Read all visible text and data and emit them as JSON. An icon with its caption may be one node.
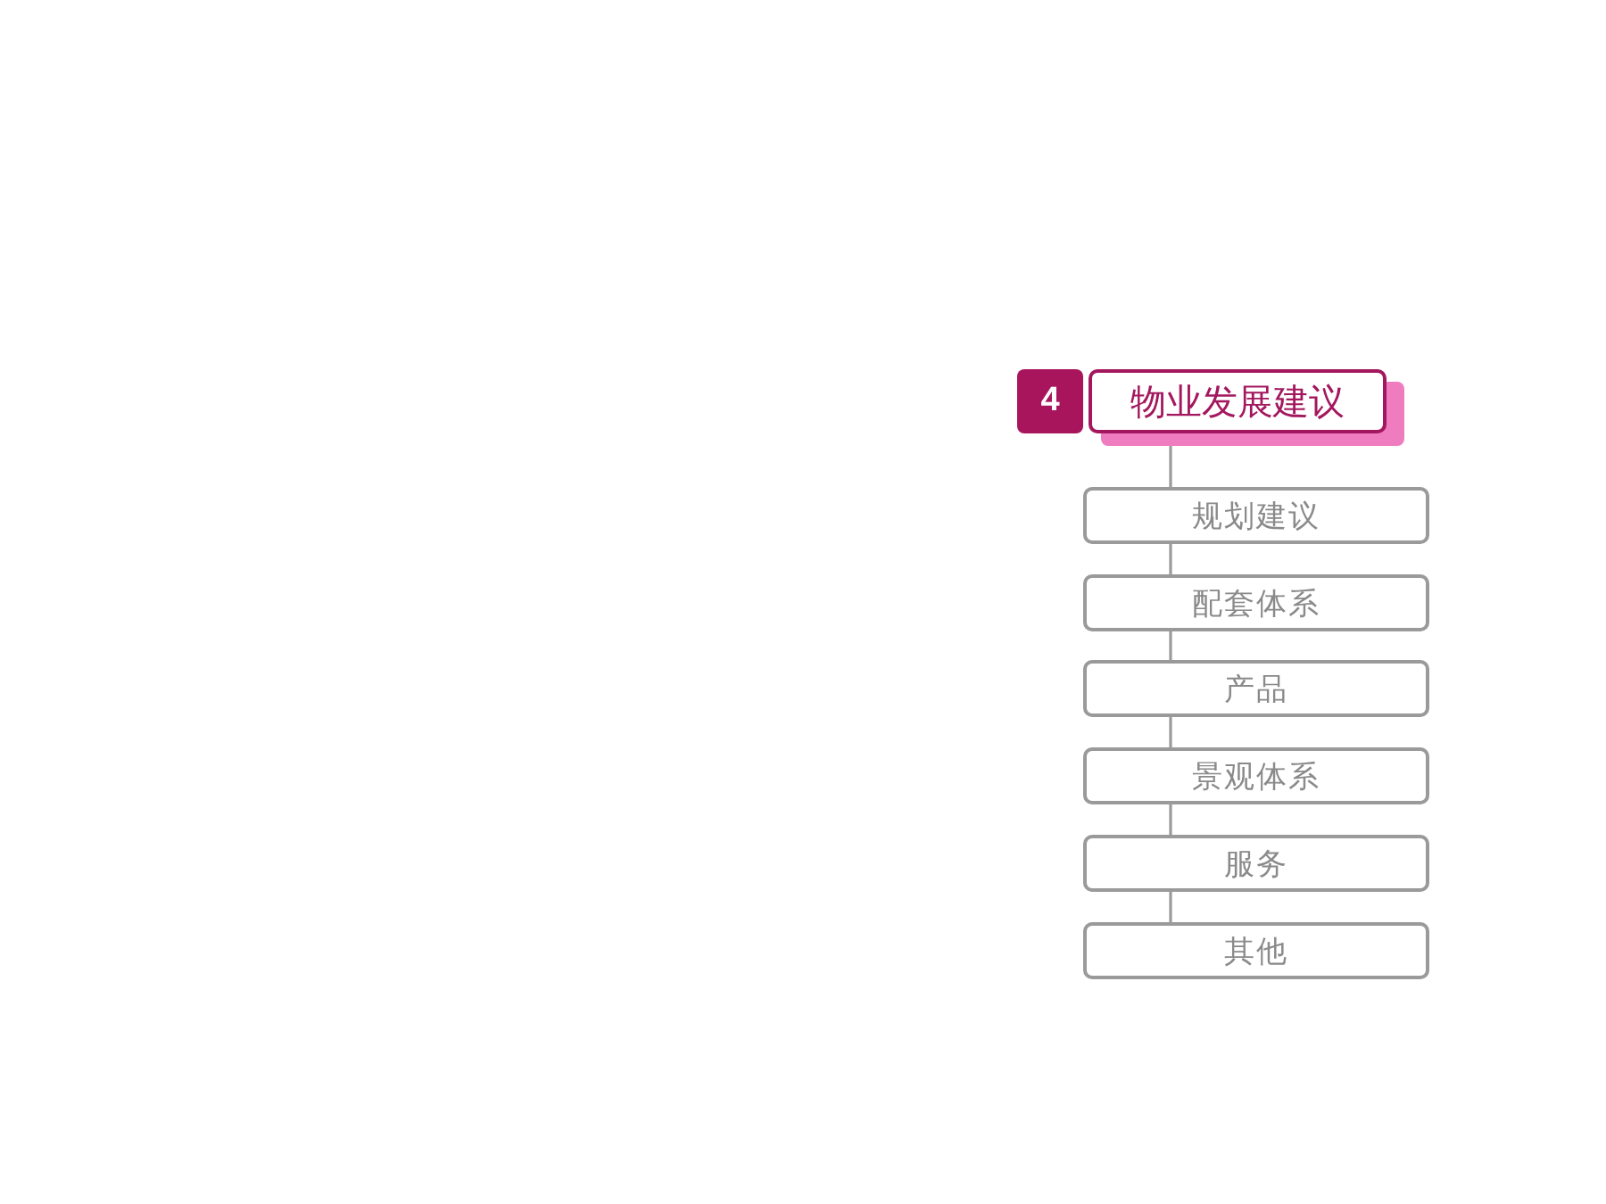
{
  "diagram": {
    "nodes": [
      {
        "text": [
          "4"
        ]
      },
      {
        "text": [
          "物业发展建议"
        ]
      },
      {
        "text": [
          "规划建议"
        ]
      },
      {
        "text": [
          "配套体系"
        ]
      },
      {
        "text": [
          "产品"
        ]
      },
      {
        "text": [
          "景观体系"
        ]
      },
      {
        "text": [
          "服务"
        ]
      },
      {
        "text": [
          "其他"
        ]
      }
    ],
    "edges": [
      {
        "from": 1,
        "to": 2,
        "arrow": "none"
      },
      {
        "from": 2,
        "to": 3,
        "arrow": "none"
      },
      {
        "from": 3,
        "to": 4,
        "arrow": "none"
      },
      {
        "from": 4,
        "to": 5,
        "arrow": "none"
      },
      {
        "from": 5,
        "to": 6,
        "arrow": "none"
      },
      {
        "from": 6,
        "to": 7,
        "arrow": "none"
      }
    ]
  }
}
